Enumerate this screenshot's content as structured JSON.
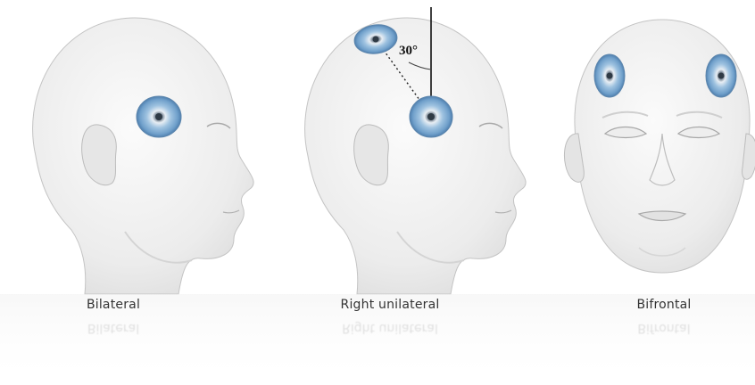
{
  "panels": [
    {
      "caption": "Bilateral"
    },
    {
      "caption": "Right unilateral"
    },
    {
      "caption": "Bifrontal"
    }
  ],
  "angle_label": "30°",
  "colors": {
    "electrode_outer": "#8fb7d8",
    "electrode_inner": "#5a6e82",
    "skin": "#ececec",
    "outline": "#b5b5b5"
  }
}
